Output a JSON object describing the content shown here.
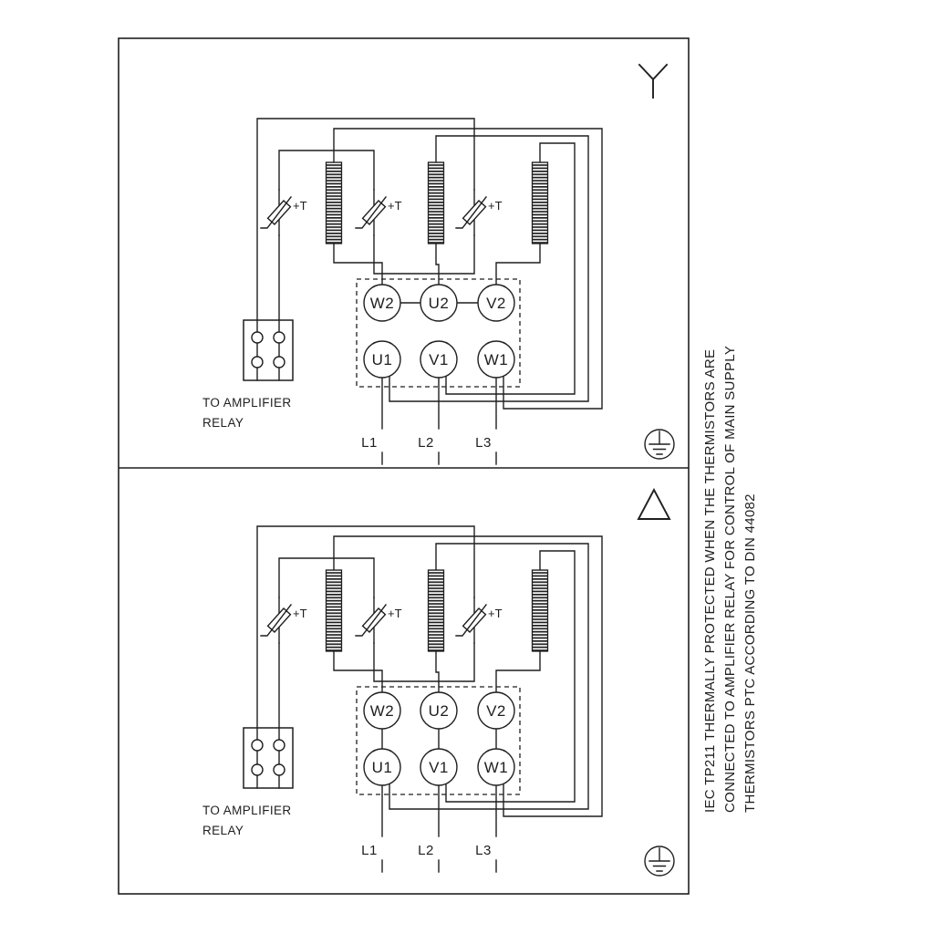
{
  "labels": {
    "thermistor": "+T",
    "amplifier_caption": [
      "TO AMPLIFIER",
      "RELAY"
    ],
    "terminals_top": [
      "W2",
      "U2",
      "V2"
    ],
    "terminals_bottom": [
      "U1",
      "V1",
      "W1"
    ],
    "supply": [
      "L1",
      "L2",
      "L3"
    ]
  },
  "side_note": {
    "lines": [
      "IEC TP211 THERMALLY PROTECTED WHEN THE THERMISTORS ARE",
      "CONNECTED TO AMPLIFIER RELAY FOR CONTROL OF MAIN SUPPLY",
      "THERMISTORS PTC ACCORDING TO DIN 44082"
    ]
  },
  "diagrams": [
    {
      "id": "star",
      "connection_icon": "wye"
    },
    {
      "id": "delta",
      "connection_icon": "delta"
    }
  ],
  "icons": {
    "star-connection-icon": "Y",
    "delta-connection-icon": "△",
    "earth-icon": "⏚"
  },
  "colors": {
    "line": "#1f1f1f",
    "background": "#ffffff"
  }
}
